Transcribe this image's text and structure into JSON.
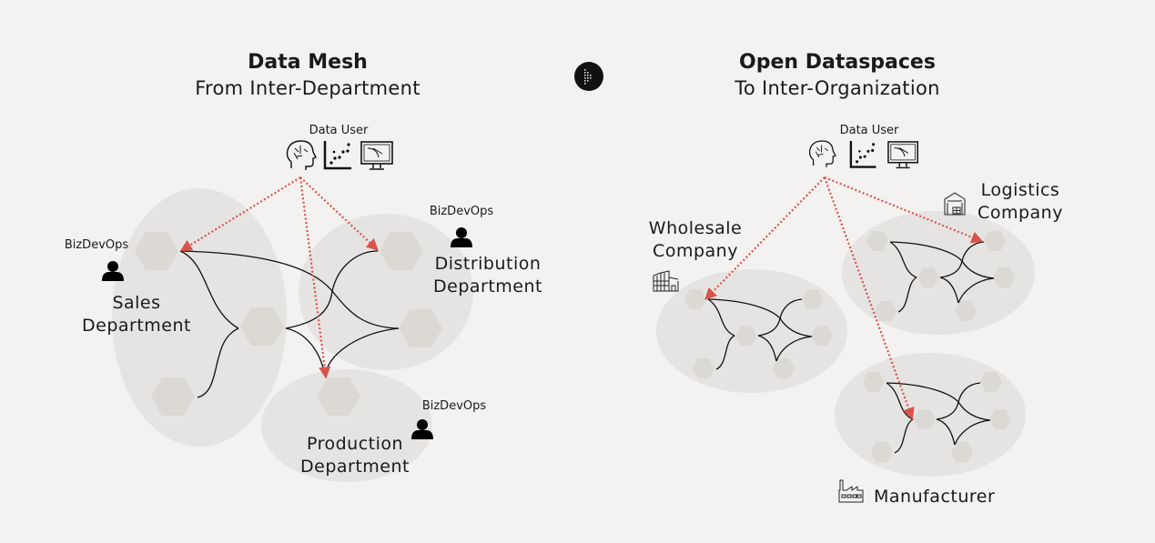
{
  "left_panel": {
    "title": "Data Mesh",
    "subtitle": "From Inter-Department",
    "data_user": {
      "label": "Data User",
      "icons": [
        "brain-head-icon",
        "scatter-chart-icon",
        "monitor-graph-icon"
      ]
    },
    "domains": [
      {
        "name_line1": "Sales",
        "name_line2": "Department",
        "role": "BizDevOps",
        "role_icon": "person-icon"
      },
      {
        "name_line1": "Distribution",
        "name_line2": "Department",
        "role": "BizDevOps",
        "role_icon": "person-icon"
      },
      {
        "name_line1": "Production",
        "name_line2": "Department",
        "role": "BizDevOps",
        "role_icon": "person-icon"
      }
    ]
  },
  "transition_icon": "play-arrow-icon",
  "right_panel": {
    "title": "Open Dataspaces",
    "subtitle": "To Inter-Organization",
    "data_user": {
      "label": "Data User",
      "icons": [
        "brain-head-icon",
        "scatter-chart-icon",
        "monitor-graph-icon"
      ]
    },
    "organizations": [
      {
        "name_line1": "Wholesale",
        "name_line2": "Company",
        "icon": "warehouse-icon"
      },
      {
        "name_line1": "Logistics",
        "name_line2": "Company",
        "icon": "garage-icon"
      },
      {
        "name_line1": "Manufacturer",
        "name_line2": "",
        "icon": "factory-icon"
      }
    ]
  },
  "colors": {
    "background": "#f3f2f0",
    "blob": "#e5e4e3",
    "node": "#dcd8d4",
    "access_arrow": "#d9534a",
    "link": "#111111"
  }
}
